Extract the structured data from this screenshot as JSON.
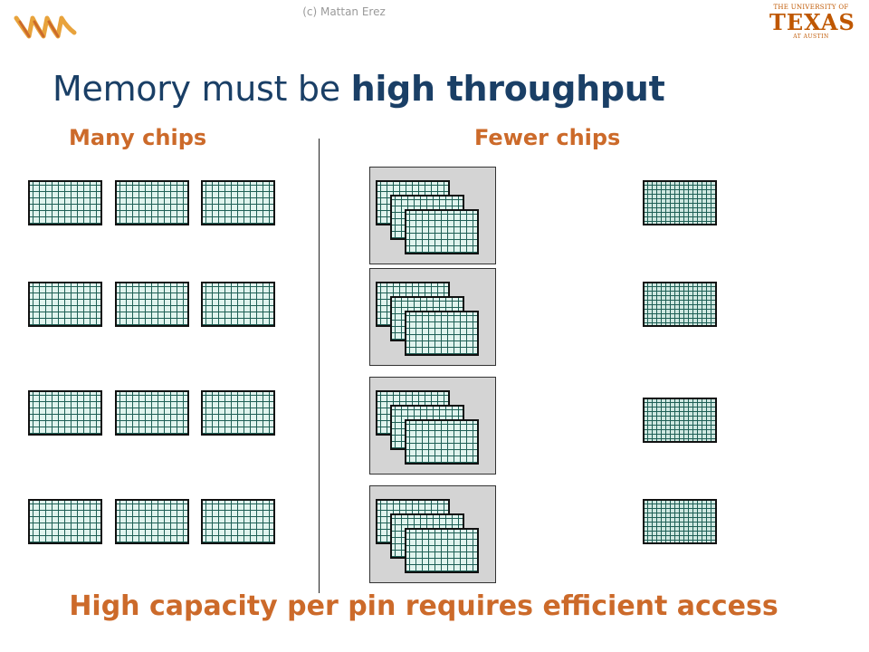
{
  "header": {
    "copyright": "(c) Mattan Erez",
    "ut_logo_top": "THE UNIVERSITY OF",
    "ut_logo_main": "TEXAS",
    "ut_logo_sub": "AT AUSTIN",
    "colors": {
      "title": "#1a3f66",
      "accent": "#cc6a2a",
      "ut_orange": "#bf5700"
    },
    "left_logo_icon": "lph-logo-icon"
  },
  "slide": {
    "title_prefix": "Memory must be ",
    "title_emphasis": "high throughput",
    "left_label": "Many chips",
    "right_label": "Fewer chips",
    "footer": "High capacity per pin requires efficient access"
  }
}
